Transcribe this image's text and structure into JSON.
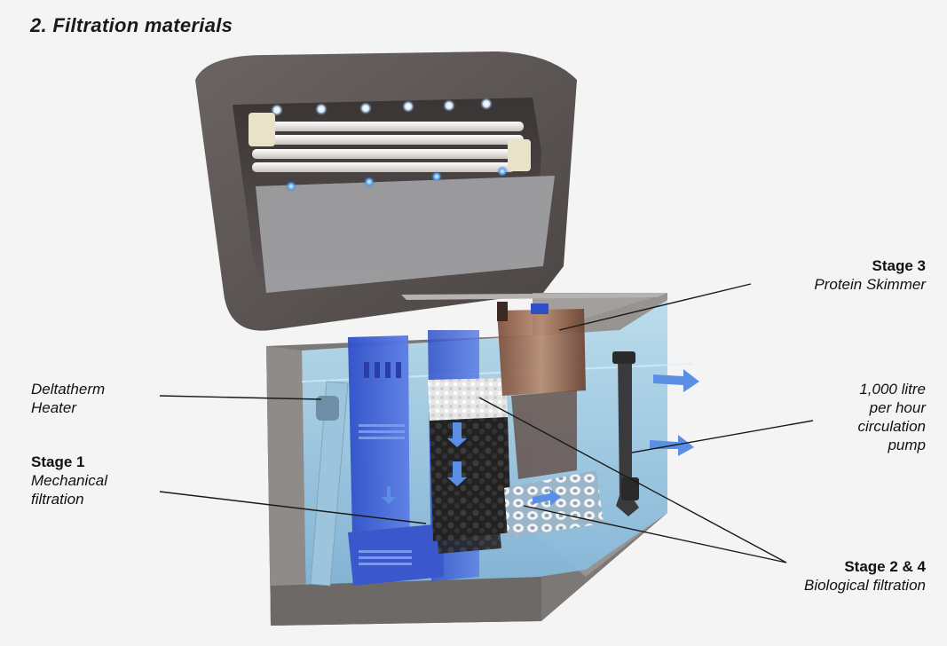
{
  "title": "2. Filtration materials",
  "labels": {
    "stage3": {
      "heading": "Stage 3",
      "text": "Protein Skimmer"
    },
    "heater": {
      "line1": "Deltatherm",
      "line2": "Heater"
    },
    "stage1": {
      "heading": "Stage 1",
      "line1": "Mechanical",
      "line2": "filtration"
    },
    "pump": {
      "line1": "1,000 litre",
      "line2": "per hour",
      "line3": "circulation",
      "line4": "pump"
    },
    "stage24": {
      "heading": "Stage 2 & 4",
      "text": "Biological filtration"
    }
  },
  "colors": {
    "hood": "#5a5453",
    "cabinet": "#8d8a88",
    "water": "#9fd0ec",
    "blue_panel": "#3f5fd6",
    "accent_blue": "#4a7fe0"
  }
}
